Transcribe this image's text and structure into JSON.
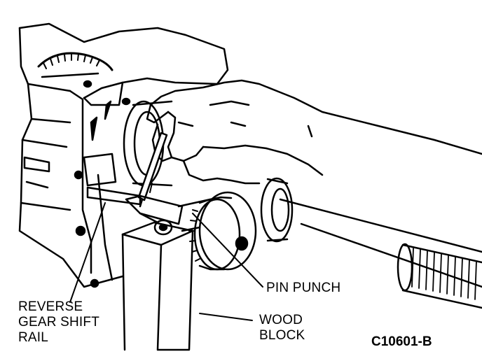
{
  "labels": {
    "reverse_gear_shift_rail": [
      "REVERSE",
      "GEAR SHIFT",
      "RAIL"
    ],
    "pin_punch": "PIN PUNCH",
    "wood_block": [
      "WOOD",
      "BLOCK"
    ]
  },
  "figure_code": "C10601-B",
  "colors": {
    "ink": "#000000",
    "paper": "#ffffff"
  }
}
